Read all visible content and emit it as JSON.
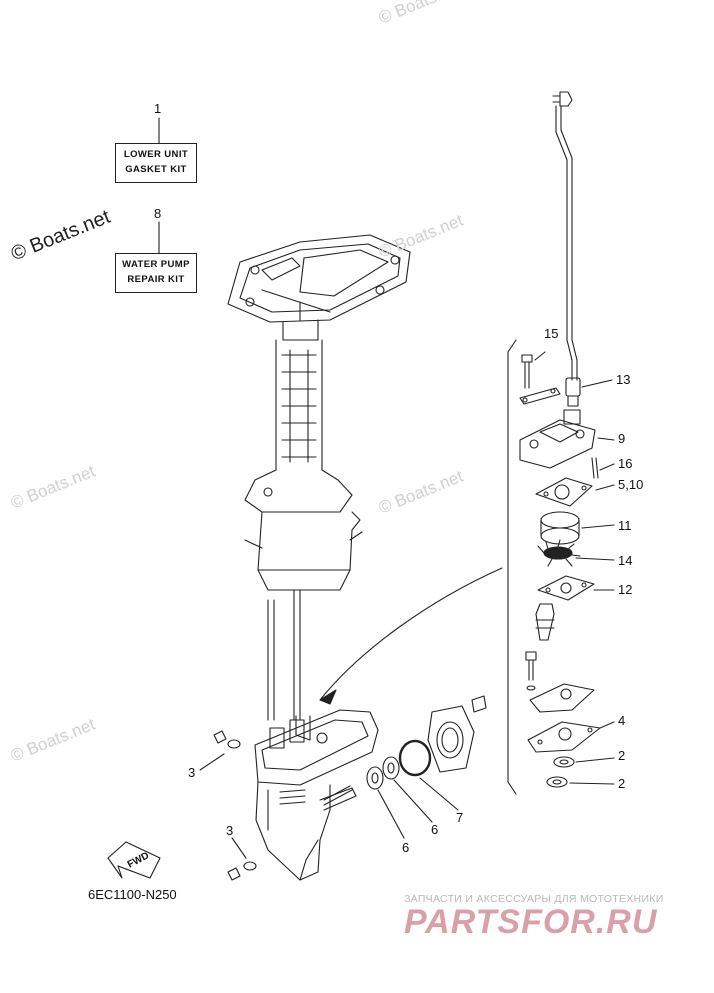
{
  "diagram": {
    "part_code": "6EC1100-N250",
    "kits": [
      {
        "ref": "1",
        "line1": "LOWER UNIT",
        "line2": "GASKET KIT"
      },
      {
        "ref": "8",
        "line1": "WATER PUMP",
        "line2": "REPAIR KIT"
      }
    ],
    "callouts": {
      "c15": "15",
      "c13": "13",
      "c9": "9",
      "c16": "16",
      "c5_10": "5,10",
      "c11": "11",
      "c14": "14",
      "c12": "12",
      "c4": "4",
      "c2a": "2",
      "c2b": "2",
      "c3a": "3",
      "c3b": "3",
      "c6a": "6",
      "c6b": "6",
      "c7": "7"
    },
    "fwd_label": "FWD"
  },
  "watermarks": {
    "main": "© Boats.net",
    "faint": "© Boats.net"
  },
  "banner": {
    "tagline": "ЗАПЧАСТИ И АКСЕССУАРЫ ДЛЯ МОТОТЕХНИКИ",
    "brand": "PARTSFOR.RU"
  }
}
